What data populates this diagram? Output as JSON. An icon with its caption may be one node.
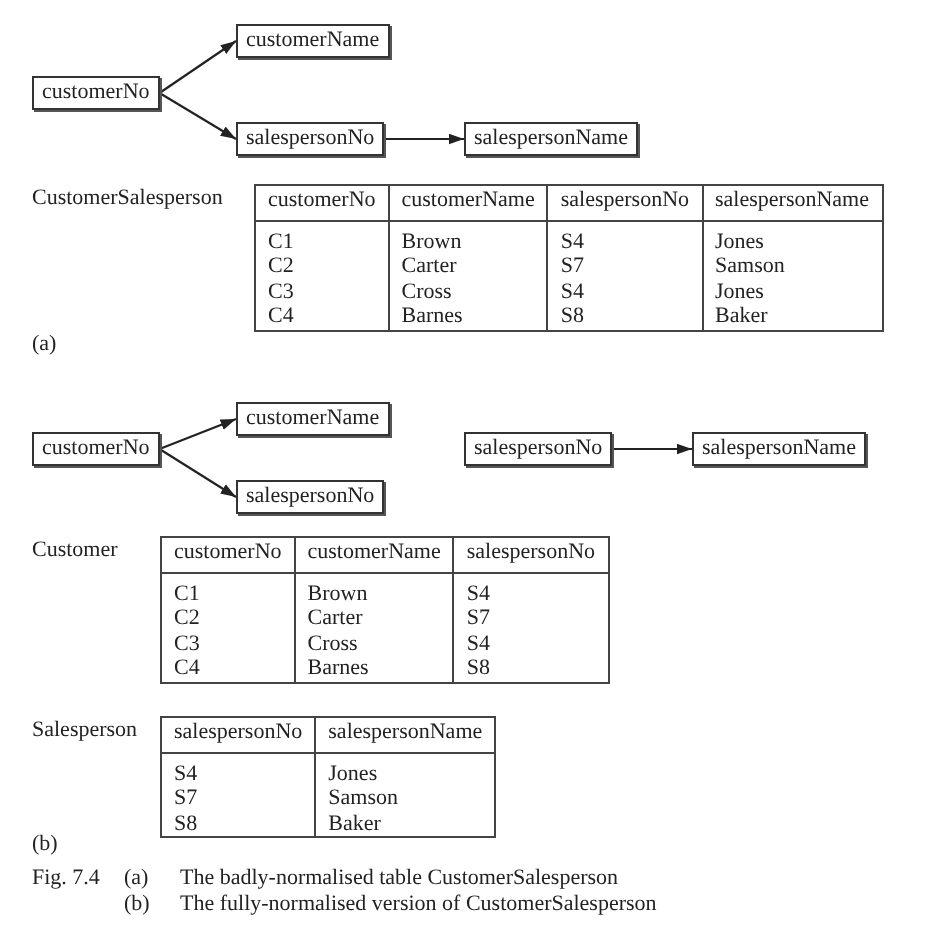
{
  "diagram": {
    "nodes": [
      {
        "text": [
          "customerNo"
        ]
      },
      {
        "text": [
          "customerName"
        ]
      },
      {
        "text": [
          "salespersonNo"
        ]
      },
      {
        "text": [
          "salespersonName"
        ]
      },
      {
        "text": [
          "customerNo"
        ]
      },
      {
        "text": [
          "customerName"
        ]
      },
      {
        "text": [
          "salespersonNo"
        ]
      },
      {
        "text": [
          "salespersonNo"
        ]
      },
      {
        "text": [
          "salespersonName"
        ]
      }
    ],
    "edges": [
      {
        "from": 0,
        "to": 1,
        "arrow": "to"
      },
      {
        "from": 0,
        "to": 2,
        "arrow": "to"
      },
      {
        "from": 2,
        "to": 3,
        "arrow": "to"
      },
      {
        "from": 4,
        "to": 5,
        "arrow": "to"
      },
      {
        "from": 4,
        "to": 6,
        "arrow": "to"
      },
      {
        "from": 7,
        "to": 8,
        "arrow": "to"
      }
    ],
    "labels": [
      "CustomerSalesperson",
      "customerNo",
      "customerName",
      "salespersonNo",
      "salespersonName",
      "C1",
      "Brown",
      "S4",
      "Jones",
      "C2",
      "Carter",
      "S7",
      "Samson",
      "C3",
      "Cross",
      "S4",
      "Jones",
      "C4",
      "Barnes",
      "S8",
      "Baker",
      "(a)",
      "Customer",
      "customerNo",
      "customerName",
      "salespersonNo",
      "C1",
      "Brown",
      "S4",
      "C2",
      "Carter",
      "S7",
      "C3",
      "Cross",
      "S4",
      "C4",
      "Barnes",
      "S8",
      "Salesperson",
      "salespersonNo",
      "salespersonName",
      "S4",
      "Jones",
      "S7",
      "Samson",
      "S8",
      "Baker",
      "(b)",
      "Fig. 7.4",
      "(a)",
      "The badly-normalised table CustomerSalesperson",
      "(b)",
      "The fully-normalised version of CustomerSalesperson"
    ]
  }
}
